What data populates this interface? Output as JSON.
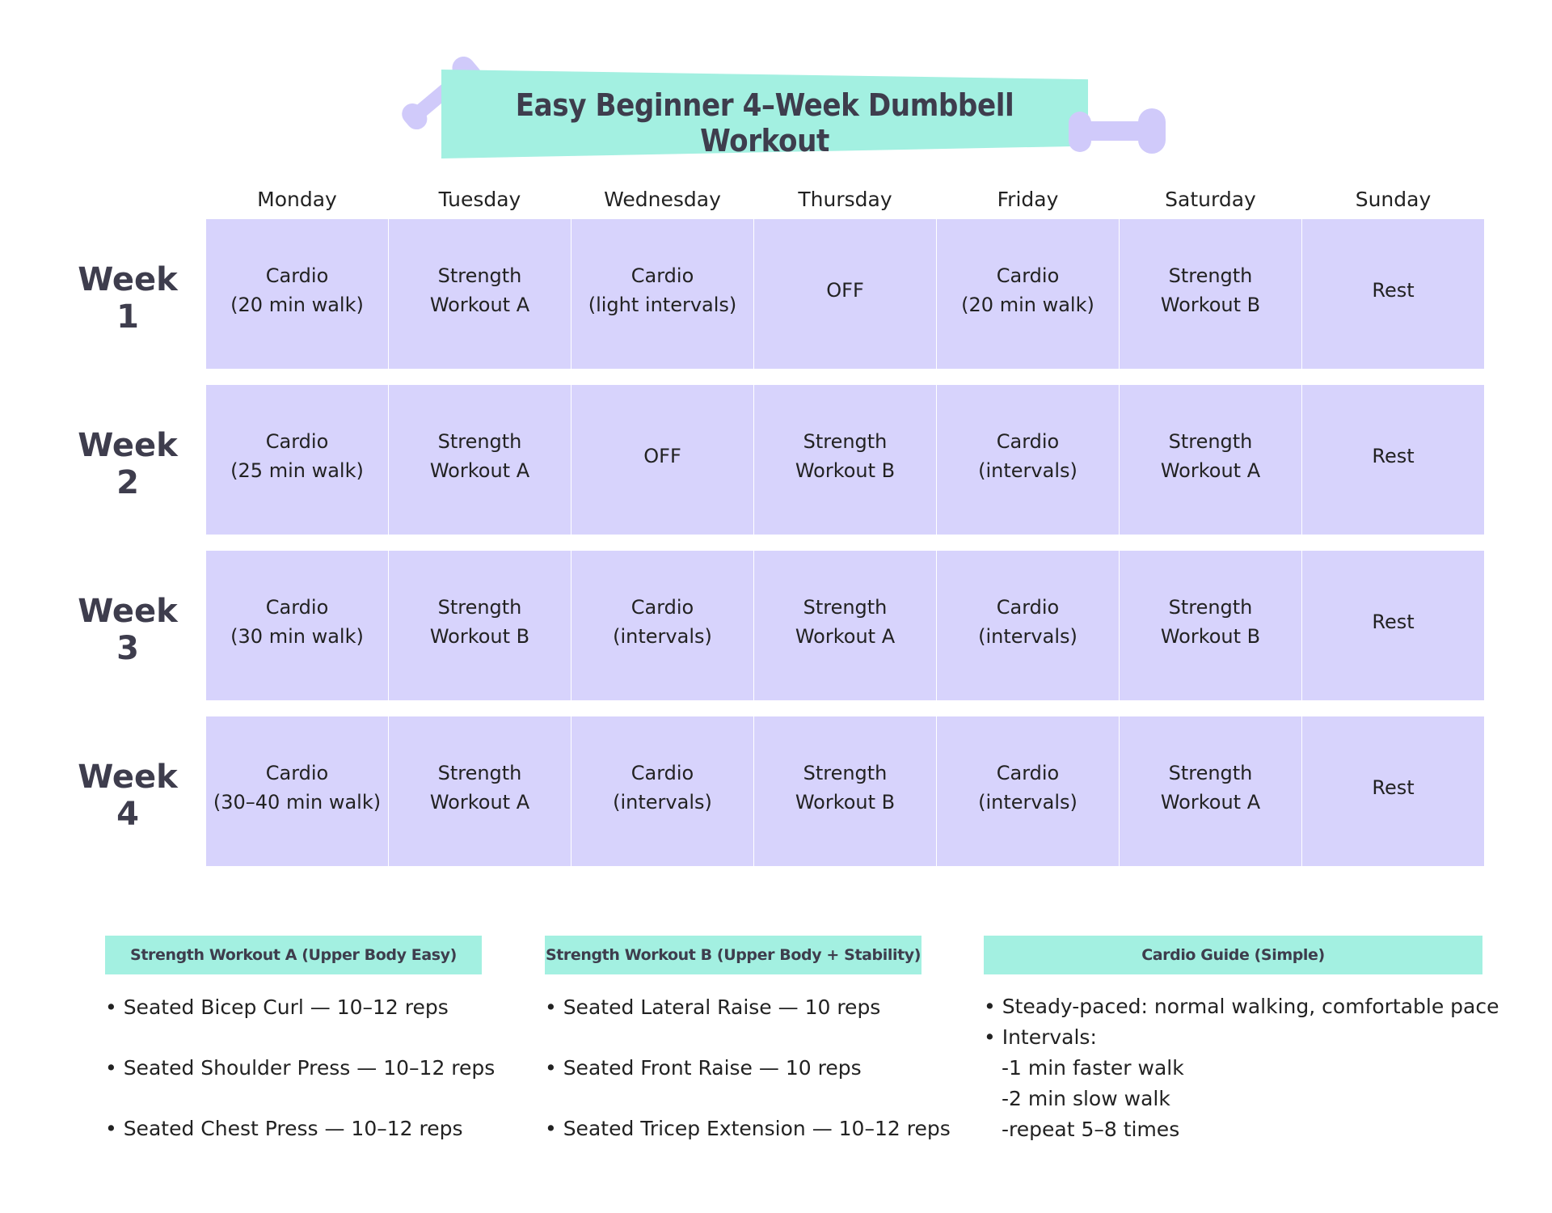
{
  "title": "Easy Beginner 4–Week Dumbbell Workout",
  "colors": {
    "accent_teal": "#a3f0e1",
    "cell_lavender": "#d7d3fc",
    "dumbbell": "#d0cafa",
    "heading_text": "#3e3d4d"
  },
  "icons": [
    "dumbbell-icon-left",
    "dumbbell-icon-right"
  ],
  "days": [
    "Monday",
    "Tuesday",
    "Wednesday",
    "Thursday",
    "Friday",
    "Saturday",
    "Sunday"
  ],
  "weeks": [
    {
      "label": "Week 1",
      "cells": [
        "Cardio\n(20 min walk)",
        "Strength\nWorkout A",
        "Cardio\n(light intervals)",
        "OFF",
        "Cardio\n(20 min walk)",
        "Strength\nWorkout B",
        "Rest"
      ]
    },
    {
      "label": "Week 2",
      "cells": [
        "Cardio\n(25 min walk)",
        "Strength\nWorkout A",
        "OFF",
        "Strength\nWorkout B",
        "Cardio\n(intervals)",
        "Strength\nWorkout A",
        "Rest"
      ]
    },
    {
      "label": "Week 3",
      "cells": [
        "Cardio\n(30 min walk)",
        "Strength\nWorkout B",
        "Cardio\n(intervals)",
        "Strength\nWorkout A",
        "Cardio\n(intervals)",
        "Strength\nWorkout B",
        "Rest"
      ]
    },
    {
      "label": "Week 4",
      "cells": [
        "Cardio\n(30–40 min walk)",
        "Strength\nWorkout A",
        "Cardio\n(intervals)",
        "Strength\nWorkout B",
        "Cardio\n(intervals)",
        "Strength\nWorkout A",
        "Rest"
      ]
    }
  ],
  "sections": [
    {
      "heading": "Strength Workout A (Upper Body Easy)",
      "items": [
        "• Seated Bicep Curl — 10–12 reps",
        "• Seated Shoulder Press — 10–12 reps",
        "• Seated Chest Press — 10–12 reps"
      ]
    },
    {
      "heading": "Strength Workout B (Upper Body + Stability)",
      "items": [
        "• Seated Lateral Raise — 10 reps",
        "• Seated Front Raise — 10 reps",
        "• Seated Tricep Extension — 10–12 reps"
      ]
    },
    {
      "heading": "Cardio Guide (Simple)",
      "items": [
        "• Steady-paced: normal walking, comfortable pace",
        "• Intervals:",
        "-1 min faster walk",
        "-2 min slow walk",
        "-repeat 5–8 times"
      ]
    }
  ]
}
